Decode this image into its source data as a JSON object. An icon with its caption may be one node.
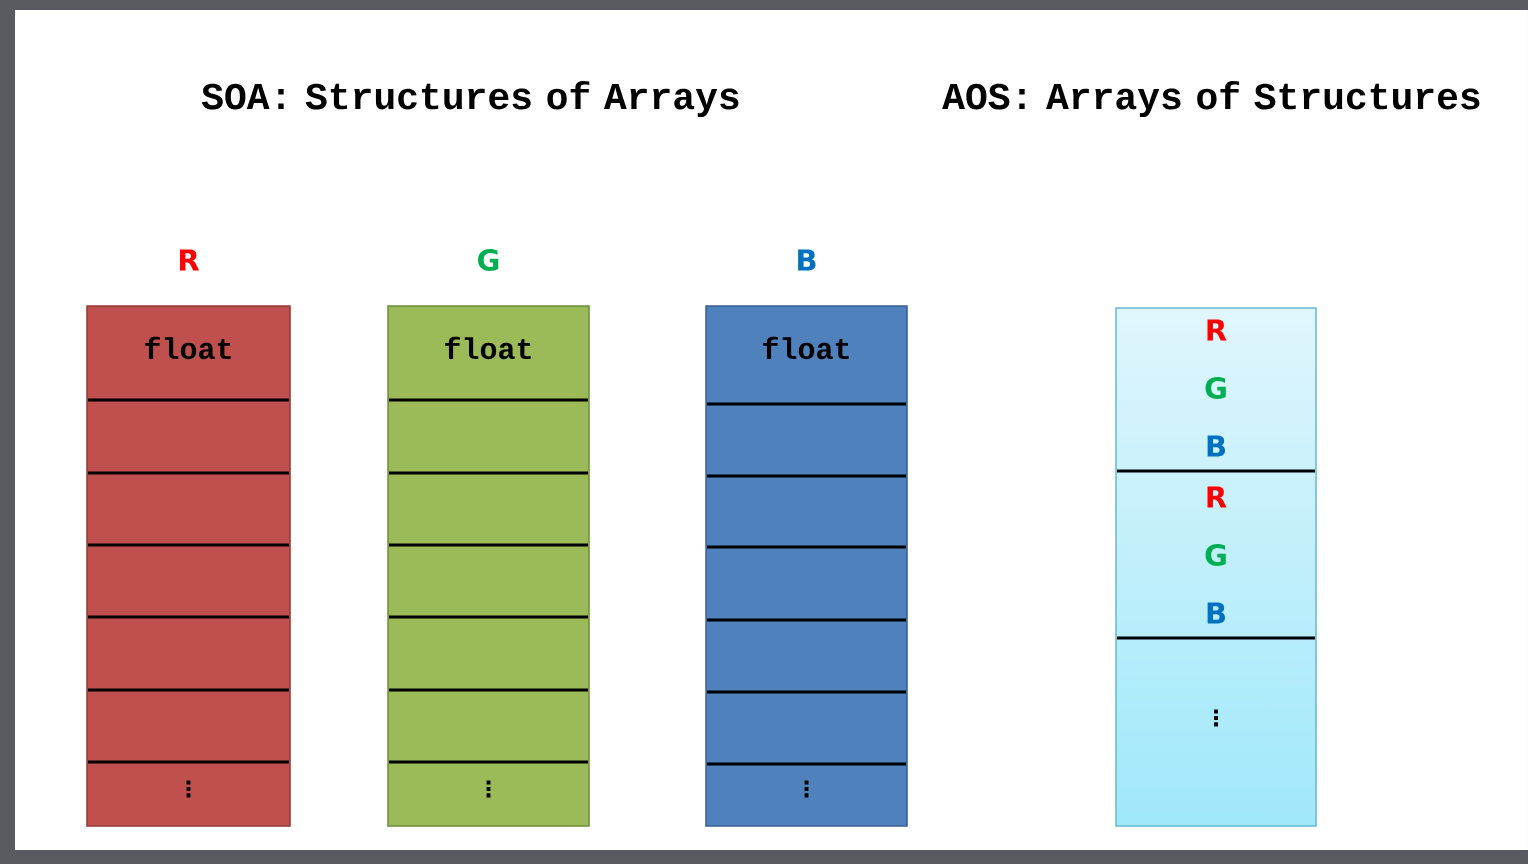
{
  "diagram": {
    "nodes": [
      {
        "text": [
          "R",
          "float",
          "⋮"
        ]
      },
      {
        "text": [
          "G",
          "float",
          "⋮"
        ]
      },
      {
        "text": [
          "B",
          "float",
          "⋮"
        ]
      },
      {
        "text": [
          "R",
          "G",
          "B",
          "R",
          "G",
          "B",
          "⋮"
        ]
      }
    ],
    "labels": [
      "SOA: Structures of Arrays",
      "AOS: Arrays of Structures"
    ]
  }
}
